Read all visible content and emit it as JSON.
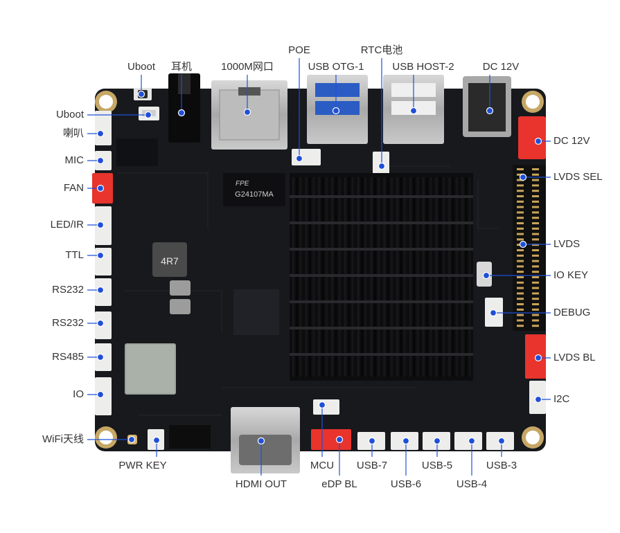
{
  "labels": {
    "uboot_top": "Uboot",
    "earphone": "耳机",
    "lan": "1000M网口",
    "poe": "POE",
    "rtc": "RTC电池",
    "usb_otg1": "USB OTG-1",
    "usb_host2": "USB HOST-2",
    "dc_top": "DC 12V",
    "uboot_left": "Uboot",
    "speaker": "喇叭",
    "mic": "MIC",
    "fan": "FAN",
    "led_ir": "LED/IR",
    "ttl": "TTL",
    "rs232_a": "RS232",
    "rs232_b": "RS232",
    "rs485": "RS485",
    "io": "IO",
    "wifi": "WiFi天线",
    "dc_right": "DC 12V",
    "lvds_sel": "LVDS SEL",
    "lvds": "LVDS",
    "io_key": "IO KEY",
    "debug": "DEBUG",
    "lvds_bl": "LVDS BL",
    "i2c": "I2C",
    "pwr_key": "PWR KEY",
    "hdmi_out": "HDMI OUT",
    "mcu": "MCU",
    "edp_bl": "eDP BL",
    "usb7": "USB-7",
    "usb6": "USB-6",
    "usb5": "USB-5",
    "usb4": "USB-4",
    "usb3": "USB-3"
  },
  "silkscreen": {
    "inductor": "4R7",
    "chip_marking": "G24107MA",
    "lan_chip": "FPE"
  },
  "colors": {
    "board": "#17191d",
    "heatsink": "#0d0d0f",
    "callout": "#1f4fd8",
    "connector_red": "#e8342d",
    "connector_white": "#ededeb"
  }
}
